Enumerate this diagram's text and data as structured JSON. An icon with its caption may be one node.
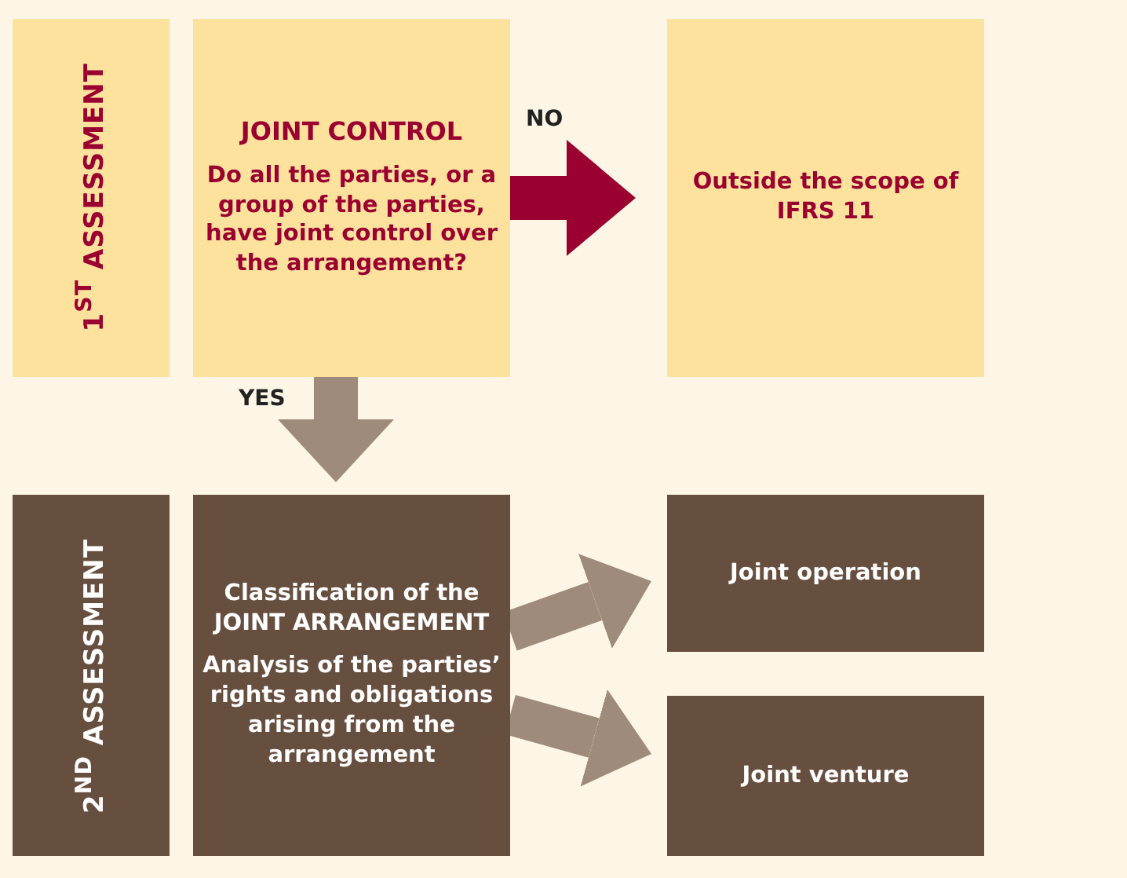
{
  "diagram": {
    "nodes": [
      {
        "text": [
          "1$^{ST}$ ASSESSMENT"
        ]
      },
      {
        "text": [
          "JOINT CONTROL",
          "Do all the parties, or a group of the parties, have joint control over the arrangement?"
        ]
      },
      {
        "text": [
          "Outside the scope of IFRS 11"
        ]
      },
      {
        "text": [
          "2$^{ND}$ ASSESSMENT"
        ]
      },
      {
        "text": [
          "Classification of the JOINT ARRANGEMENT",
          "Analysis of the parties’ rights and obligations arising from the arrangement"
        ]
      },
      {
        "text": [
          "Joint operation"
        ]
      },
      {
        "text": [
          "Joint venture"
        ]
      }
    ],
    "edges": [
      {
        "from": 1,
        "to": 2,
        "arrow": "to",
        "label": "NO",
        "color": "#9a0030"
      },
      {
        "from": 1,
        "to": 4,
        "arrow": "to",
        "label": "YES"
      },
      {
        "from": 4,
        "to": 5,
        "arrow": "to"
      },
      {
        "from": 4,
        "to": 6,
        "arrow": "to"
      }
    ]
  }
}
